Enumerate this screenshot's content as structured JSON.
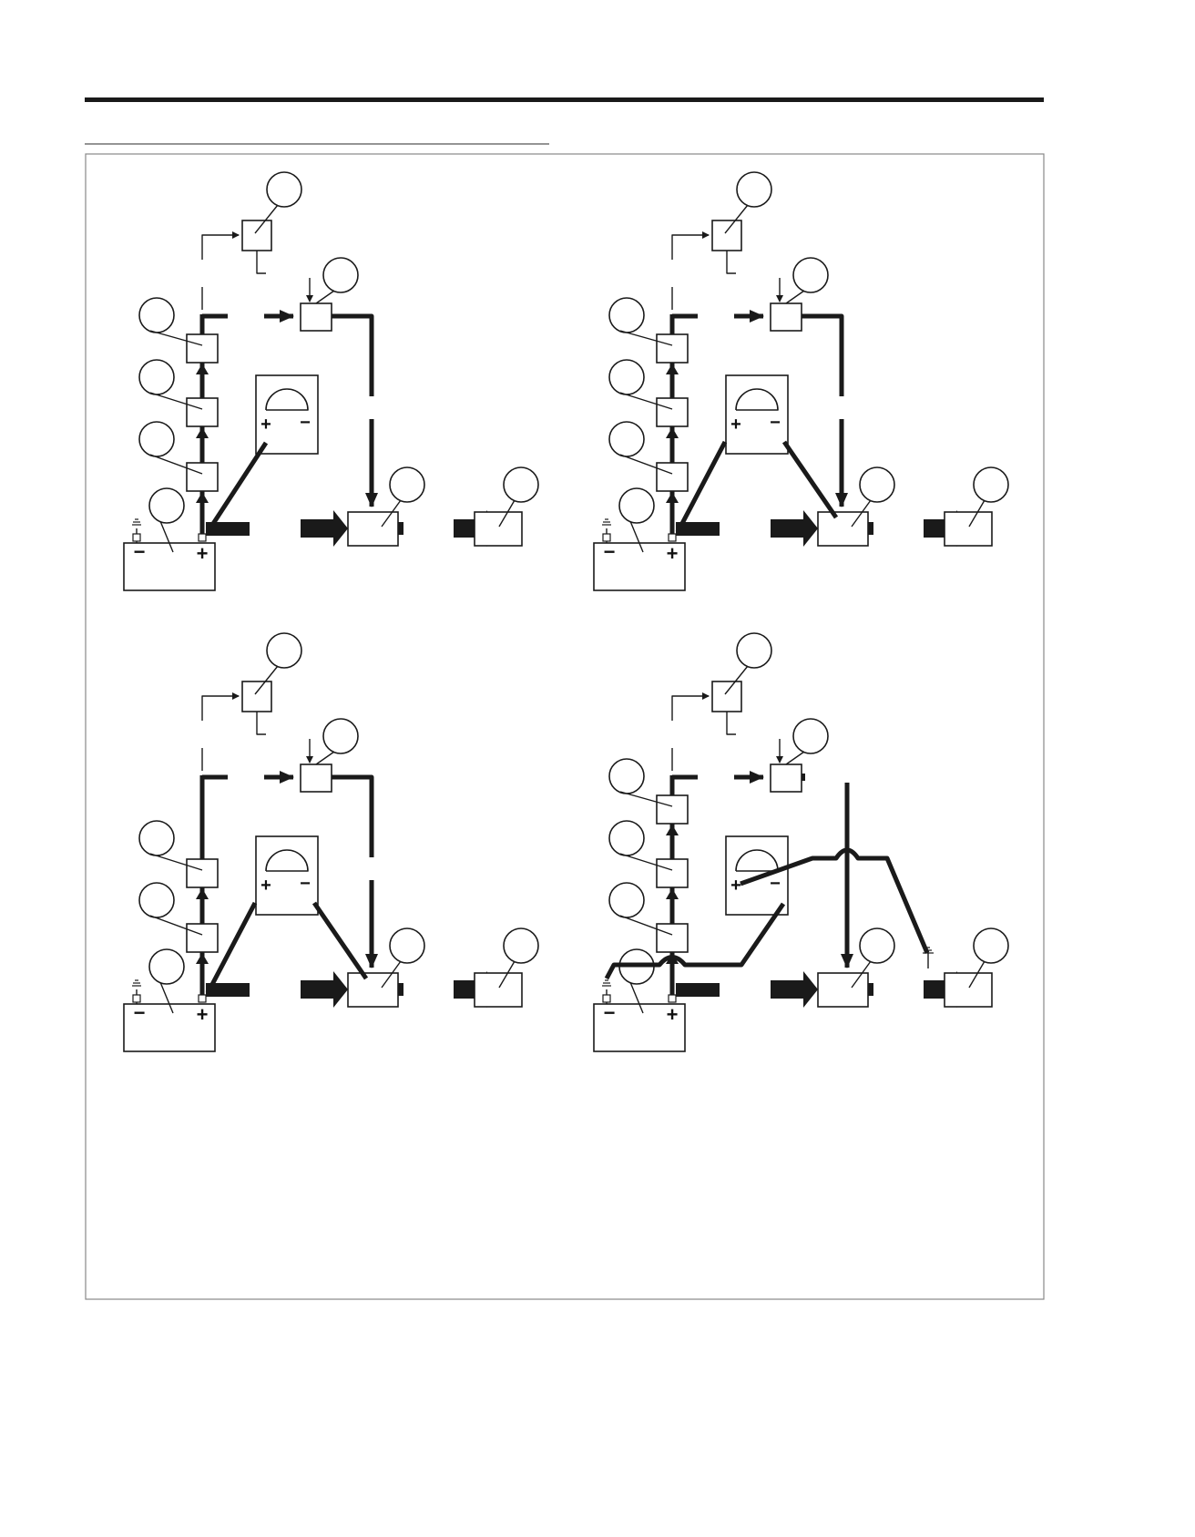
{
  "page": {
    "ink_color": "#1a1a1a",
    "background": "#ffffff",
    "frame_color": "#888888"
  },
  "symbols": {
    "plus": "+",
    "minus": "−"
  },
  "panels": [
    {
      "id": "top-left",
      "meter_leads": "plus-only",
      "lower_block_count": 3,
      "load_connected": false
    },
    {
      "id": "top-right",
      "meter_leads": "both-to-starter",
      "lower_block_count": 3,
      "load_connected": false
    },
    {
      "id": "bottom-left",
      "meter_leads": "both-to-starter",
      "lower_block_count": 2,
      "load_connected": false
    },
    {
      "id": "bottom-right",
      "meter_leads": "ground-check",
      "lower_block_count": 3,
      "load_connected": true
    }
  ]
}
